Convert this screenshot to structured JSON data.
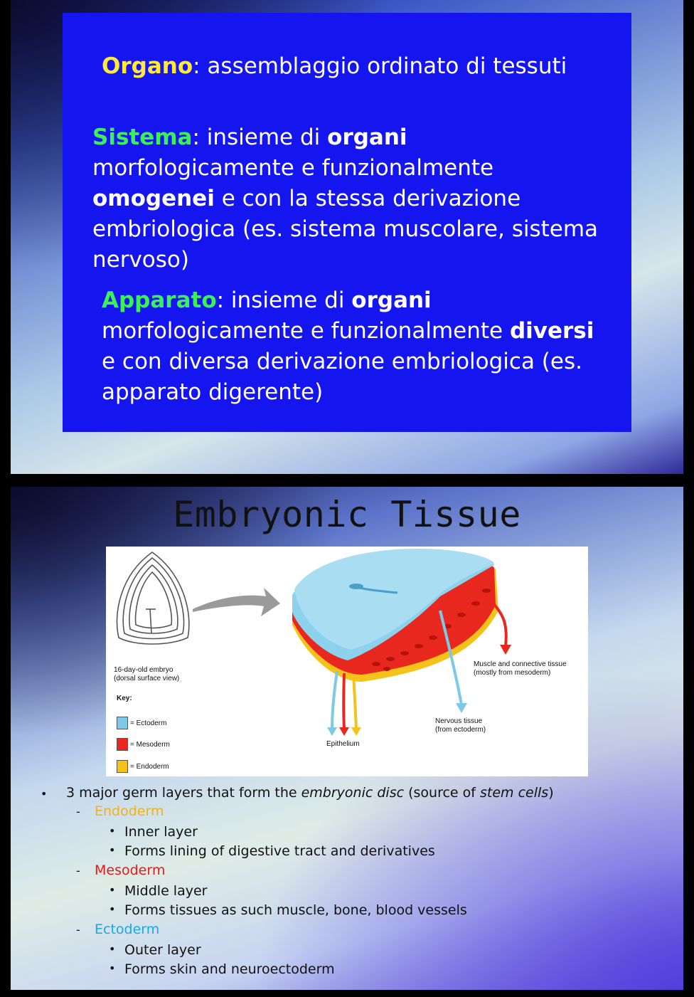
{
  "slide1": {
    "organo": {
      "term": "Organo",
      "rest": ": assemblaggio ordinato di tessuti"
    },
    "sistema": {
      "term": "Sistema",
      "line1_a": ": insieme di ",
      "line1_b": "organi",
      "line2": "morfologicamente e  funzionalmente",
      "line3_a": "omogenei",
      "line3_b": " e con la stessa derivazione",
      "line4": "embriologica (es. sistema muscolare, sistema",
      "line5": "nervoso)"
    },
    "apparato": {
      "term": "Apparato",
      "line1_a": ": insieme di ",
      "line1_b": "organi",
      "line2_a": "morfologicamente e  funzionalmente ",
      "line2_b": "diversi",
      "line3": "e con diversa derivazione embriologica (es.",
      "line4": "apparato digerente)"
    }
  },
  "slide2": {
    "title": "Embryonic Tissue",
    "figure": {
      "embryo_caption_1": "16-day-old embryo",
      "embryo_caption_2": "(dorsal surface view)",
      "key_label": "Key:",
      "key": [
        {
          "label": "= Ectoderm",
          "color": "#7ec8e8"
        },
        {
          "label": "= Mesoderm",
          "color": "#e8281e"
        },
        {
          "label": "= Endoderm",
          "color": "#f5c21a"
        }
      ],
      "muscle_1": "Muscle and connective tissue",
      "muscle_2": "(mostly from mesoderm)",
      "nervous_1": "Nervous tissue",
      "nervous_2": "(from ectoderm)",
      "epithelium": "Epithelium"
    },
    "intro_a": "3 major germ layers that form the ",
    "intro_em1": "embryonic disc",
    "intro_b": " (source of ",
    "intro_em2": "stem cells",
    "intro_c": ")",
    "layers": [
      {
        "name": "Endoderm",
        "color": "#f0b21a",
        "items": [
          "Inner layer",
          "Forms lining of digestive tract and derivatives"
        ]
      },
      {
        "name": "Mesoderm",
        "color": "#e81818",
        "items": [
          "Middle layer",
          "Forms tissues as such muscle, bone, blood vessels"
        ]
      },
      {
        "name": "Ectoderm",
        "color": "#19a6ec",
        "items": [
          "Outer layer",
          "Forms skin and neuroectoderm"
        ]
      }
    ]
  }
}
